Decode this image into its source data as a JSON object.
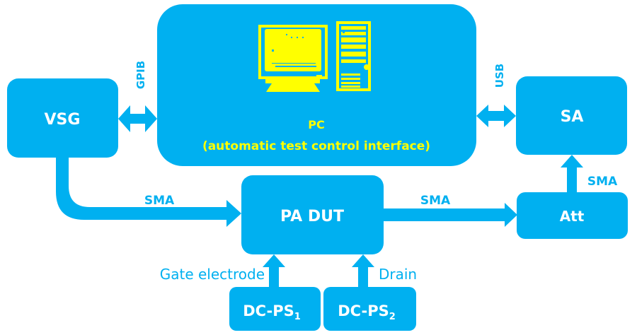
{
  "colors": {
    "block": "#00b0f0",
    "block_text": "#ffffff",
    "pc_text": "#ffff00",
    "connector": "#00b0f0",
    "background": "#ffffff"
  },
  "blocks": {
    "vsg": {
      "label": "VSG"
    },
    "pc": {
      "title": "PC",
      "subtitle": "(automatic test control interface)",
      "icon": "computer-icon"
    },
    "sa": {
      "label": "SA"
    },
    "pa_dut": {
      "label": "PA DUT"
    },
    "att": {
      "label": "Att"
    },
    "dcps1": {
      "label": "DC-PS",
      "subscript": "1"
    },
    "dcps2": {
      "label": "DC-PS",
      "subscript": "2"
    }
  },
  "connections": {
    "vsg_pc": {
      "label": "GPIB",
      "type": "bidirectional"
    },
    "pc_sa": {
      "label": "USB",
      "type": "bidirectional"
    },
    "vsg_pa": {
      "label": "SMA",
      "type": "directed"
    },
    "pa_att": {
      "label": "SMA",
      "type": "directed"
    },
    "att_sa": {
      "label": "SMA",
      "type": "directed"
    },
    "dcps1_pa": {
      "label": "Gate electrode",
      "type": "directed"
    },
    "dcps2_pa": {
      "label": "Drain",
      "type": "directed"
    }
  }
}
